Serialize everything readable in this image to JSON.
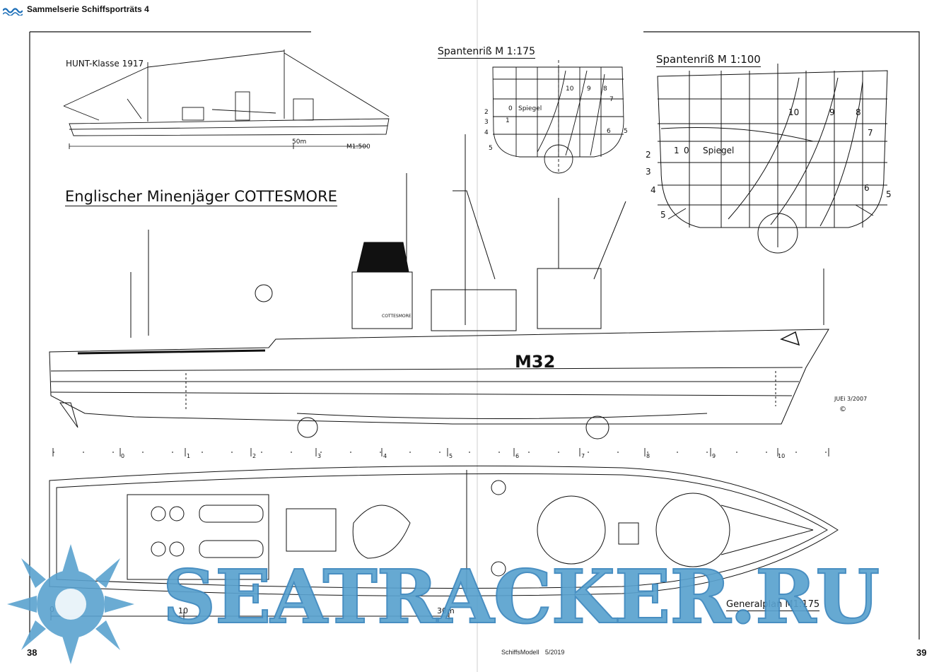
{
  "header": {
    "title": "Sammelserie Schiffsporträts 4"
  },
  "footer": {
    "page_left": "38",
    "page_right": "39",
    "magazine": "SchiffsModell",
    "issue": "5/2019"
  },
  "drawing": {
    "hunt_title": "HUNT-Klasse 1917",
    "hunt_scale_mark": "50m",
    "hunt_scale": "M1:500",
    "main_title": "Englischer Minenjäger COTTESMORE",
    "hull_number": "M32",
    "name_plate": "COTTESMORE",
    "signature": "JUEi 3/2007",
    "copyright": "©",
    "spant_small_title": "Spantenriß M 1:175",
    "spant_large_title": "Spantenriß M 1:100",
    "spiegel": "Spiegel",
    "general_plan": "Generalplan M1:175",
    "scale_labels": [
      "0",
      "10",
      "30m"
    ],
    "frame_labels": [
      "0",
      "1",
      "2",
      "3",
      "4",
      "5",
      "6",
      "7",
      "8",
      "9",
      "10"
    ],
    "spant_small_numbers": {
      "top": [
        "10",
        "9",
        "8",
        "7"
      ],
      "side": [
        "2",
        "3",
        "4",
        "5"
      ],
      "bottom": [
        "0",
        "1",
        "6",
        "5"
      ]
    },
    "spant_large_numbers": {
      "top": [
        "10",
        "9",
        "8",
        "7"
      ],
      "side": [
        "2",
        "3",
        "4",
        "5"
      ],
      "bottom": [
        "1",
        "0",
        "6",
        "5"
      ]
    }
  },
  "watermark": {
    "text": "SEATRACKER.RU",
    "color": "#5aa2cf"
  }
}
